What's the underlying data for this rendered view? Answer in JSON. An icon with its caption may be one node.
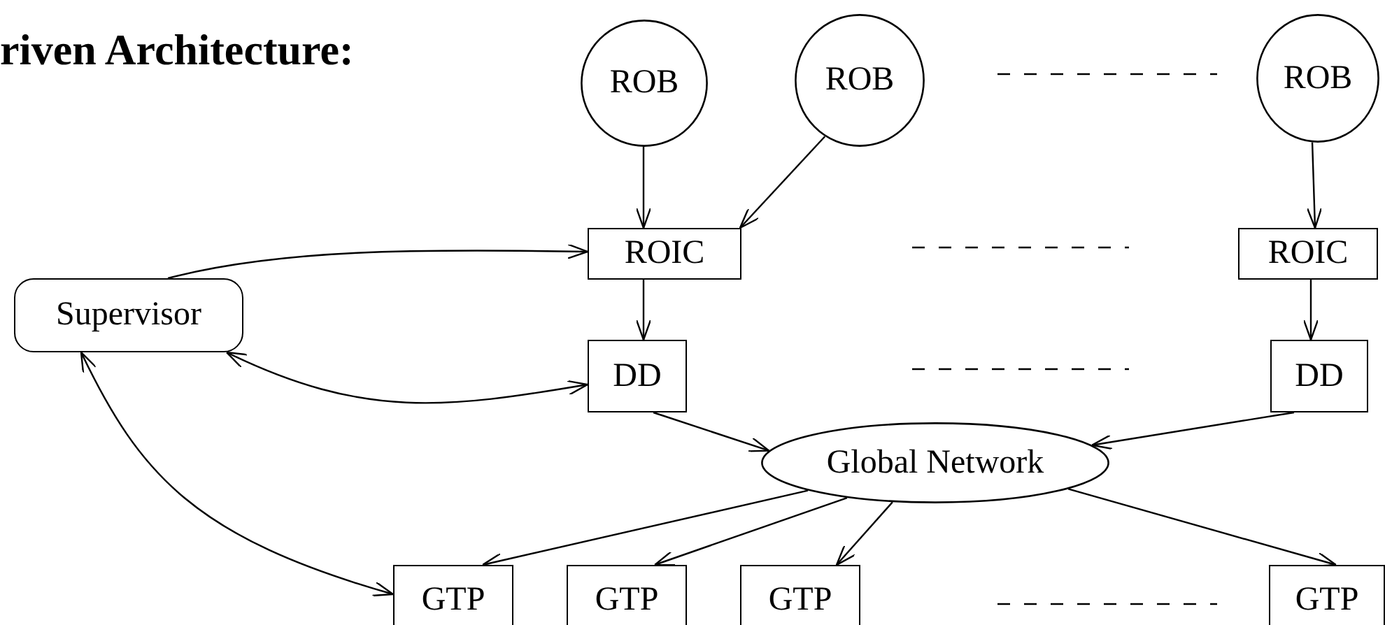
{
  "diagram": {
    "title": "riven Architecture:",
    "nodes": [
      {
        "text": [
          "ROB"
        ]
      },
      {
        "text": [
          "ROB"
        ]
      },
      {
        "text": [
          "ROB"
        ]
      },
      {
        "text": [
          "ROIC"
        ]
      },
      {
        "text": [
          "ROIC"
        ]
      },
      {
        "text": [
          "Supervisor"
        ]
      },
      {
        "text": [
          "DD"
        ]
      },
      {
        "text": [
          "DD"
        ]
      },
      {
        "text": [
          "Global Network"
        ]
      },
      {
        "text": [
          "GTP"
        ]
      },
      {
        "text": [
          "GTP"
        ]
      },
      {
        "text": [
          "GTP"
        ]
      },
      {
        "text": [
          "GTP"
        ]
      }
    ],
    "edges": [
      {
        "from": 0,
        "to": 3,
        "arrow": "to"
      },
      {
        "from": 1,
        "to": 3,
        "arrow": "to"
      },
      {
        "from": 2,
        "to": 4,
        "arrow": "to"
      },
      {
        "from": 3,
        "to": 6,
        "arrow": "to"
      },
      {
        "from": 4,
        "to": 7,
        "arrow": "to"
      },
      {
        "from": 5,
        "to": 3,
        "arrow": "to"
      },
      {
        "from": 5,
        "to": 6,
        "arrow": "both"
      },
      {
        "from": 5,
        "to": 9,
        "arrow": "both"
      },
      {
        "from": 6,
        "to": 8,
        "arrow": "to"
      },
      {
        "from": 7,
        "to": 8,
        "arrow": "to"
      },
      {
        "from": 8,
        "to": 9,
        "arrow": "to"
      },
      {
        "from": 8,
        "to": 10,
        "arrow": "to"
      },
      {
        "from": 8,
        "to": 11,
        "arrow": "to"
      },
      {
        "from": 8,
        "to": 12,
        "arrow": "to"
      }
    ]
  }
}
